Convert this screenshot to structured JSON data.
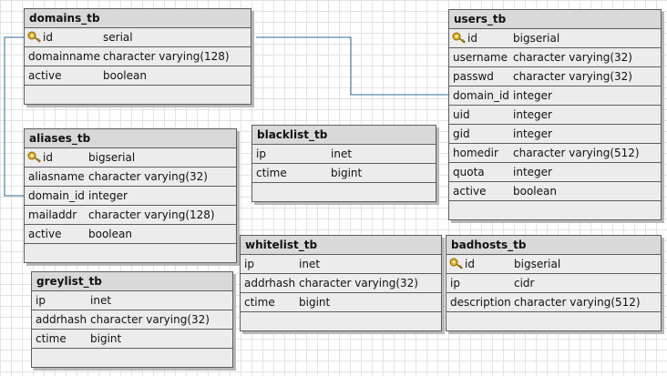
{
  "tables": [
    {
      "name": "domains_tb",
      "columns": [
        {
          "name": "id",
          "type": "serial",
          "pk": true
        },
        {
          "name": "domainname",
          "type": "character varying(128)"
        },
        {
          "name": "active",
          "type": "boolean"
        }
      ]
    },
    {
      "name": "users_tb",
      "columns": [
        {
          "name": "id",
          "type": "bigserial",
          "pk": true
        },
        {
          "name": "username",
          "type": "character varying(32)"
        },
        {
          "name": "passwd",
          "type": "character varying(32)"
        },
        {
          "name": "domain_id",
          "type": "integer"
        },
        {
          "name": "uid",
          "type": "integer"
        },
        {
          "name": "gid",
          "type": "integer"
        },
        {
          "name": "homedir",
          "type": "character varying(512)"
        },
        {
          "name": "quota",
          "type": "integer"
        },
        {
          "name": "active",
          "type": "boolean"
        }
      ]
    },
    {
      "name": "aliases_tb",
      "columns": [
        {
          "name": "id",
          "type": "bigserial",
          "pk": true
        },
        {
          "name": "aliasname",
          "type": "character varying(32)"
        },
        {
          "name": "domain_id",
          "type": "integer"
        },
        {
          "name": "mailaddr",
          "type": "character varying(128)"
        },
        {
          "name": "active",
          "type": "boolean"
        }
      ]
    },
    {
      "name": "blacklist_tb",
      "columns": [
        {
          "name": "ip",
          "type": "inet"
        },
        {
          "name": "ctime",
          "type": "bigint"
        }
      ]
    },
    {
      "name": "whitelist_tb",
      "columns": [
        {
          "name": "ip",
          "type": "inet"
        },
        {
          "name": "addrhash",
          "type": "character varying(32)"
        },
        {
          "name": "ctime",
          "type": "bigint"
        }
      ]
    },
    {
      "name": "badhosts_tb",
      "columns": [
        {
          "name": "id",
          "type": "bigserial",
          "pk": true
        },
        {
          "name": "ip",
          "type": "cidr"
        },
        {
          "name": "description",
          "type": "character varying(512)"
        }
      ]
    },
    {
      "name": "greylist_tb",
      "columns": [
        {
          "name": "ip",
          "type": "inet"
        },
        {
          "name": "addrhash",
          "type": "character varying(32)"
        },
        {
          "name": "ctime",
          "type": "bigint"
        }
      ]
    }
  ],
  "relations": [
    {
      "from": "users_tb.domain_id",
      "to": "domains_tb.id"
    },
    {
      "from": "aliases_tb.domain_id",
      "to": "domains_tb.id"
    }
  ],
  "colors": {
    "line": "#2e6d8e",
    "key": "#e0b020"
  }
}
